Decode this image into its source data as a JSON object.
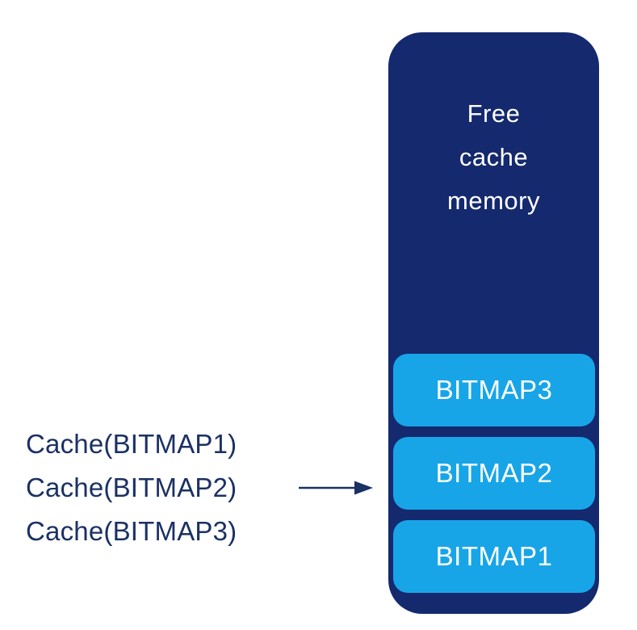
{
  "diagram": {
    "memory": {
      "title": "Free cache memory",
      "title_lines": [
        "Free",
        "cache",
        "memory"
      ]
    },
    "blocks": [
      {
        "label": "BITMAP3"
      },
      {
        "label": "BITMAP2"
      },
      {
        "label": "BITMAP1"
      }
    ],
    "operations": [
      {
        "text": "Cache(BITMAP1)"
      },
      {
        "text": "Cache(BITMAP2)"
      },
      {
        "text": "Cache(BITMAP3)"
      }
    ],
    "arrow": {
      "description": "arrow from cache operations to BITMAP2 block",
      "direction": "right"
    },
    "colors": {
      "container_fill": "#14296E",
      "block_fill": "#17A5E8",
      "block_text": "#FFFFFF",
      "title_text": "#FFFFFF",
      "operation_text": "#1B3164",
      "arrow_color": "#1B3164",
      "background": "#FFFFFF"
    }
  }
}
